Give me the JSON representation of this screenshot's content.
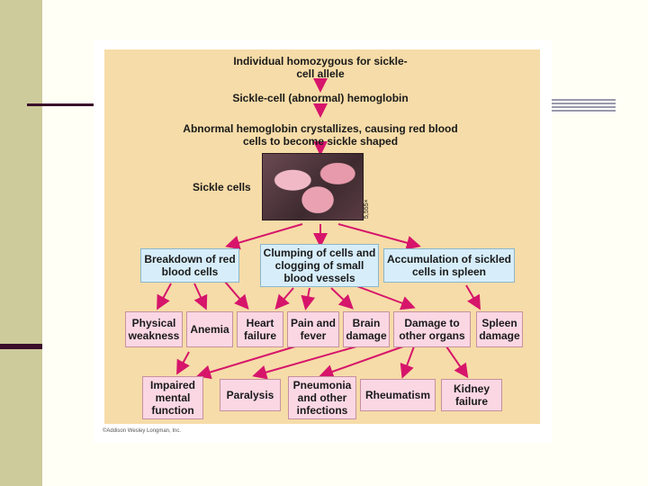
{
  "nodes": {
    "start": "Individual homozygous for sickle-cell allele",
    "hemoglobin": "Sickle-cell (abnormal) hemoglobin",
    "crystallizes": "Abnormal hemoglobin crystallizes, causing red blood cells to become sickle shaped",
    "sickle_cells": "Sickle cells",
    "magnification": "5,555×",
    "breakdown": "Breakdown of red blood cells",
    "clumping": "Clumping of cells and clogging of small blood vessels",
    "accumulation": "Accumulation of sickled cells in spleen",
    "physical_weakness": "Physical weakness",
    "anemia": "Anemia",
    "heart_failure": "Heart failure",
    "pain_fever": "Pain and fever",
    "brain_damage": "Brain damage",
    "damage_other": "Damage to other organs",
    "spleen_damage": "Spleen damage",
    "impaired": "Impaired mental function",
    "paralysis": "Paralysis",
    "pneumonia": "Pneumonia and other infections",
    "rheumatism": "Rheumatism",
    "kidney": "Kidney failure"
  },
  "credit": "©Addison Wesley Longman, Inc.",
  "colors": {
    "arrow": "#d6156b",
    "panel": "#f6dca8",
    "pink_box": "#fbd7e4",
    "blue_box": "#d7eefa",
    "sidebar": "#cdcb9b"
  }
}
